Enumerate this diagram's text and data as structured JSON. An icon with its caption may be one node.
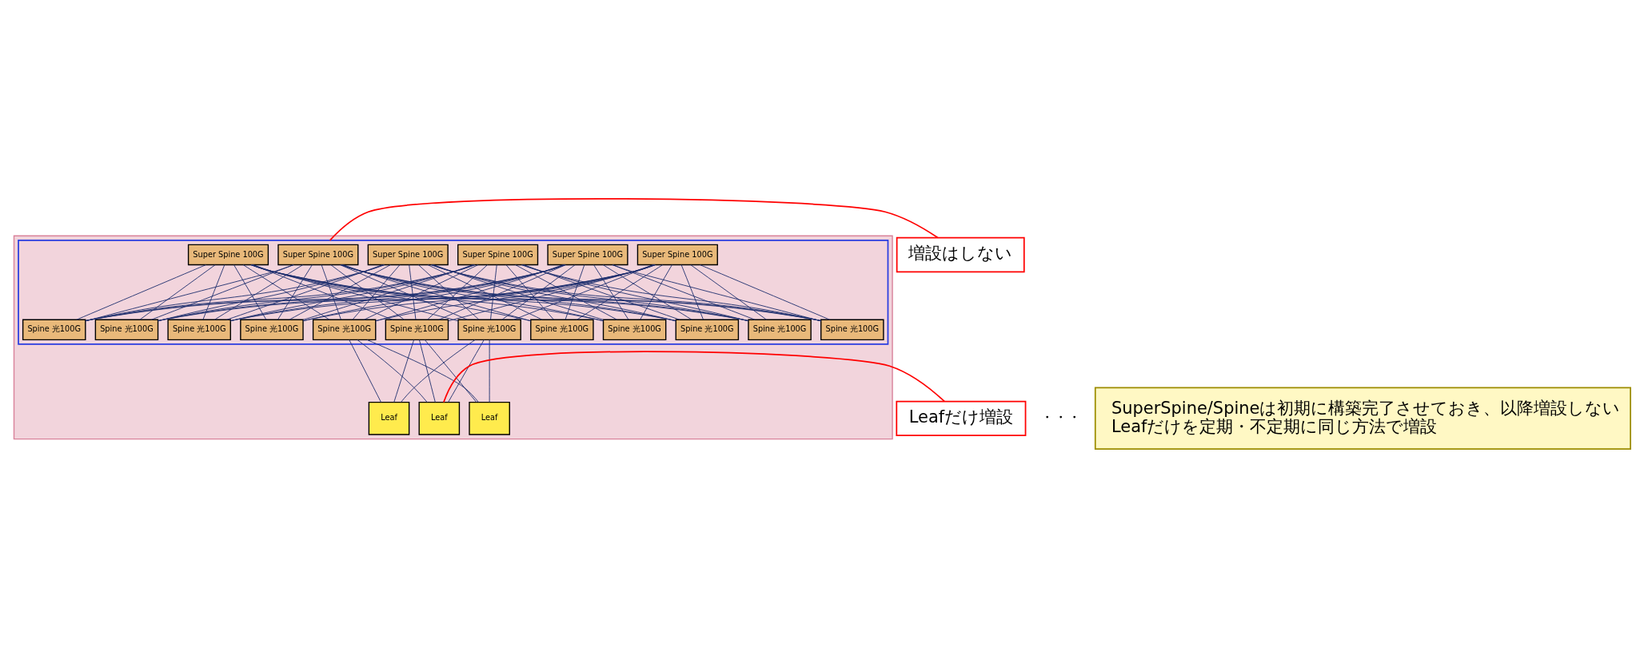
{
  "diagram": {
    "nodes": [
      {
        "text": [],
        "shape": "box"
      },
      {
        "text": [],
        "shape": "box",
        "in": 0
      },
      {
        "text": [
          "Super Spine 100G"
        ],
        "in": 1
      },
      {
        "text": [
          "Super Spine 100G"
        ],
        "in": 1
      },
      {
        "text": [
          "Super Spine 100G"
        ],
        "in": 1
      },
      {
        "text": [
          "Super Spine 100G"
        ],
        "in": 1
      },
      {
        "text": [
          "Super Spine 100G"
        ],
        "in": 1
      },
      {
        "text": [
          "Super Spine 100G"
        ],
        "in": 1
      },
      {
        "text": [
          "Spine 光100G"
        ],
        "in": 1
      },
      {
        "text": [
          "Spine 光100G"
        ],
        "in": 1
      },
      {
        "text": [
          "Spine 光100G"
        ],
        "in": 1
      },
      {
        "text": [
          "Spine 光100G"
        ],
        "in": 1
      },
      {
        "text": [
          "Spine 光100G"
        ],
        "in": 1
      },
      {
        "text": [
          "Spine 光100G"
        ],
        "in": 1
      },
      {
        "text": [
          "Spine 光100G"
        ],
        "in": 1
      },
      {
        "text": [
          "Spine 光100G"
        ],
        "in": 1
      },
      {
        "text": [
          "Spine 光100G"
        ],
        "in": 1
      },
      {
        "text": [
          "Spine 光100G"
        ],
        "in": 1
      },
      {
        "text": [
          "Spine 光100G"
        ],
        "in": 1
      },
      {
        "text": [
          "Spine 光100G"
        ],
        "in": 1
      },
      {
        "text": [
          "Leaf"
        ],
        "in": 0
      },
      {
        "text": [
          "Leaf"
        ],
        "in": 0
      },
      {
        "text": [
          "Leaf"
        ],
        "in": 0
      },
      {
        "text": [
          "増設はしない"
        ]
      },
      {
        "text": [
          "Leafだけ増設"
        ]
      },
      {
        "text": [
          "SuperSpine/Spineは初期に構築完了させておき、以降増設しない",
          "Leafだけを定期・不定期に同じ方法で増設"
        ]
      }
    ],
    "edges": [
      {
        "from": 2,
        "to": 8,
        "arrow": "none"
      },
      {
        "from": 2,
        "to": 9,
        "arrow": "none"
      },
      {
        "from": 2,
        "to": 10,
        "arrow": "none"
      },
      {
        "from": 2,
        "to": 11,
        "arrow": "none"
      },
      {
        "from": 2,
        "to": 12,
        "arrow": "none"
      },
      {
        "from": 2,
        "to": 13,
        "arrow": "none"
      },
      {
        "from": 2,
        "to": 14,
        "arrow": "none"
      },
      {
        "from": 2,
        "to": 15,
        "arrow": "none"
      },
      {
        "from": 2,
        "to": 16,
        "arrow": "none"
      },
      {
        "from": 2,
        "to": 17,
        "arrow": "none"
      },
      {
        "from": 2,
        "to": 18,
        "arrow": "none"
      },
      {
        "from": 2,
        "to": 19,
        "arrow": "none"
      },
      {
        "from": 3,
        "to": 8,
        "arrow": "none"
      },
      {
        "from": 3,
        "to": 9,
        "arrow": "none"
      },
      {
        "from": 3,
        "to": 10,
        "arrow": "none"
      },
      {
        "from": 3,
        "to": 11,
        "arrow": "none"
      },
      {
        "from": 3,
        "to": 12,
        "arrow": "none"
      },
      {
        "from": 3,
        "to": 13,
        "arrow": "none"
      },
      {
        "from": 3,
        "to": 14,
        "arrow": "none"
      },
      {
        "from": 3,
        "to": 15,
        "arrow": "none"
      },
      {
        "from": 3,
        "to": 16,
        "arrow": "none"
      },
      {
        "from": 3,
        "to": 17,
        "arrow": "none"
      },
      {
        "from": 3,
        "to": 18,
        "arrow": "none"
      },
      {
        "from": 3,
        "to": 19,
        "arrow": "none"
      },
      {
        "from": 4,
        "to": 8,
        "arrow": "none"
      },
      {
        "from": 4,
        "to": 9,
        "arrow": "none"
      },
      {
        "from": 4,
        "to": 10,
        "arrow": "none"
      },
      {
        "from": 4,
        "to": 11,
        "arrow": "none"
      },
      {
        "from": 4,
        "to": 12,
        "arrow": "none"
      },
      {
        "from": 4,
        "to": 13,
        "arrow": "none"
      },
      {
        "from": 4,
        "to": 14,
        "arrow": "none"
      },
      {
        "from": 4,
        "to": 15,
        "arrow": "none"
      },
      {
        "from": 4,
        "to": 16,
        "arrow": "none"
      },
      {
        "from": 4,
        "to": 17,
        "arrow": "none"
      },
      {
        "from": 4,
        "to": 18,
        "arrow": "none"
      },
      {
        "from": 4,
        "to": 19,
        "arrow": "none"
      },
      {
        "from": 5,
        "to": 8,
        "arrow": "none"
      },
      {
        "from": 5,
        "to": 9,
        "arrow": "none"
      },
      {
        "from": 5,
        "to": 10,
        "arrow": "none"
      },
      {
        "from": 5,
        "to": 11,
        "arrow": "none"
      },
      {
        "from": 5,
        "to": 12,
        "arrow": "none"
      },
      {
        "from": 5,
        "to": 13,
        "arrow": "none"
      },
      {
        "from": 5,
        "to": 14,
        "arrow": "none"
      },
      {
        "from": 5,
        "to": 15,
        "arrow": "none"
      },
      {
        "from": 5,
        "to": 16,
        "arrow": "none"
      },
      {
        "from": 5,
        "to": 17,
        "arrow": "none"
      },
      {
        "from": 5,
        "to": 18,
        "arrow": "none"
      },
      {
        "from": 5,
        "to": 19,
        "arrow": "none"
      },
      {
        "from": 6,
        "to": 8,
        "arrow": "none"
      },
      {
        "from": 6,
        "to": 9,
        "arrow": "none"
      },
      {
        "from": 6,
        "to": 10,
        "arrow": "none"
      },
      {
        "from": 6,
        "to": 11,
        "arrow": "none"
      },
      {
        "from": 6,
        "to": 12,
        "arrow": "none"
      },
      {
        "from": 6,
        "to": 13,
        "arrow": "none"
      },
      {
        "from": 6,
        "to": 14,
        "arrow": "none"
      },
      {
        "from": 6,
        "to": 15,
        "arrow": "none"
      },
      {
        "from": 6,
        "to": 16,
        "arrow": "none"
      },
      {
        "from": 6,
        "to": 17,
        "arrow": "none"
      },
      {
        "from": 6,
        "to": 18,
        "arrow": "none"
      },
      {
        "from": 6,
        "to": 19,
        "arrow": "none"
      },
      {
        "from": 7,
        "to": 8,
        "arrow": "none"
      },
      {
        "from": 7,
        "to": 9,
        "arrow": "none"
      },
      {
        "from": 7,
        "to": 10,
        "arrow": "none"
      },
      {
        "from": 7,
        "to": 11,
        "arrow": "none"
      },
      {
        "from": 7,
        "to": 12,
        "arrow": "none"
      },
      {
        "from": 7,
        "to": 13,
        "arrow": "none"
      },
      {
        "from": 7,
        "to": 14,
        "arrow": "none"
      },
      {
        "from": 7,
        "to": 15,
        "arrow": "none"
      },
      {
        "from": 7,
        "to": 16,
        "arrow": "none"
      },
      {
        "from": 7,
        "to": 17,
        "arrow": "none"
      },
      {
        "from": 7,
        "to": 18,
        "arrow": "none"
      },
      {
        "from": 7,
        "to": 19,
        "arrow": "none"
      },
      {
        "from": 8,
        "to": 20,
        "arrow": "none"
      },
      {
        "from": 8,
        "to": 21,
        "arrow": "none"
      },
      {
        "from": 8,
        "to": 22,
        "arrow": "none"
      },
      {
        "from": 9,
        "to": 20,
        "arrow": "none"
      },
      {
        "from": 9,
        "to": 21,
        "arrow": "none"
      },
      {
        "from": 9,
        "to": 22,
        "arrow": "none"
      },
      {
        "from": 10,
        "to": 20,
        "arrow": "none"
      },
      {
        "from": 10,
        "to": 21,
        "arrow": "none"
      },
      {
        "from": 10,
        "to": 22,
        "arrow": "none"
      },
      {
        "from": 23,
        "to": 1,
        "arrow": "none",
        "color": "#ff0000"
      },
      {
        "from": 24,
        "to": 20,
        "arrow": "none",
        "color": "#ff0000"
      }
    ],
    "labels": [
      "・・・"
    ]
  }
}
